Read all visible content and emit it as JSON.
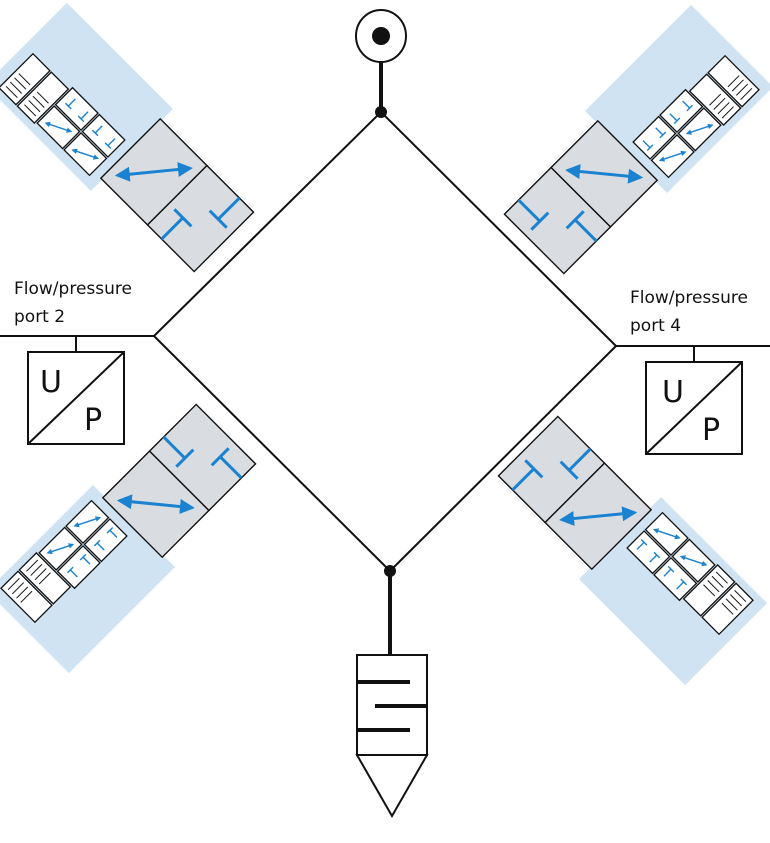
{
  "diagram": {
    "port2_label_line1": "Flow/pressure",
    "port2_label_line2": "port 2",
    "port4_label_line1": "Flow/pressure",
    "port4_label_line2": "port 4",
    "transducer_left_u": "U",
    "transducer_left_p": "P",
    "transducer_right_u": "U",
    "transducer_right_p": "P"
  },
  "colors": {
    "line": "#111111",
    "valve_fill": "#d9dde2",
    "shade": "#cfe3f3",
    "accent": "#1a82d0"
  },
  "icons": [
    "supply-port-icon",
    "exhaust-silencer-icon",
    "transducer-icon",
    "valve-icon"
  ]
}
